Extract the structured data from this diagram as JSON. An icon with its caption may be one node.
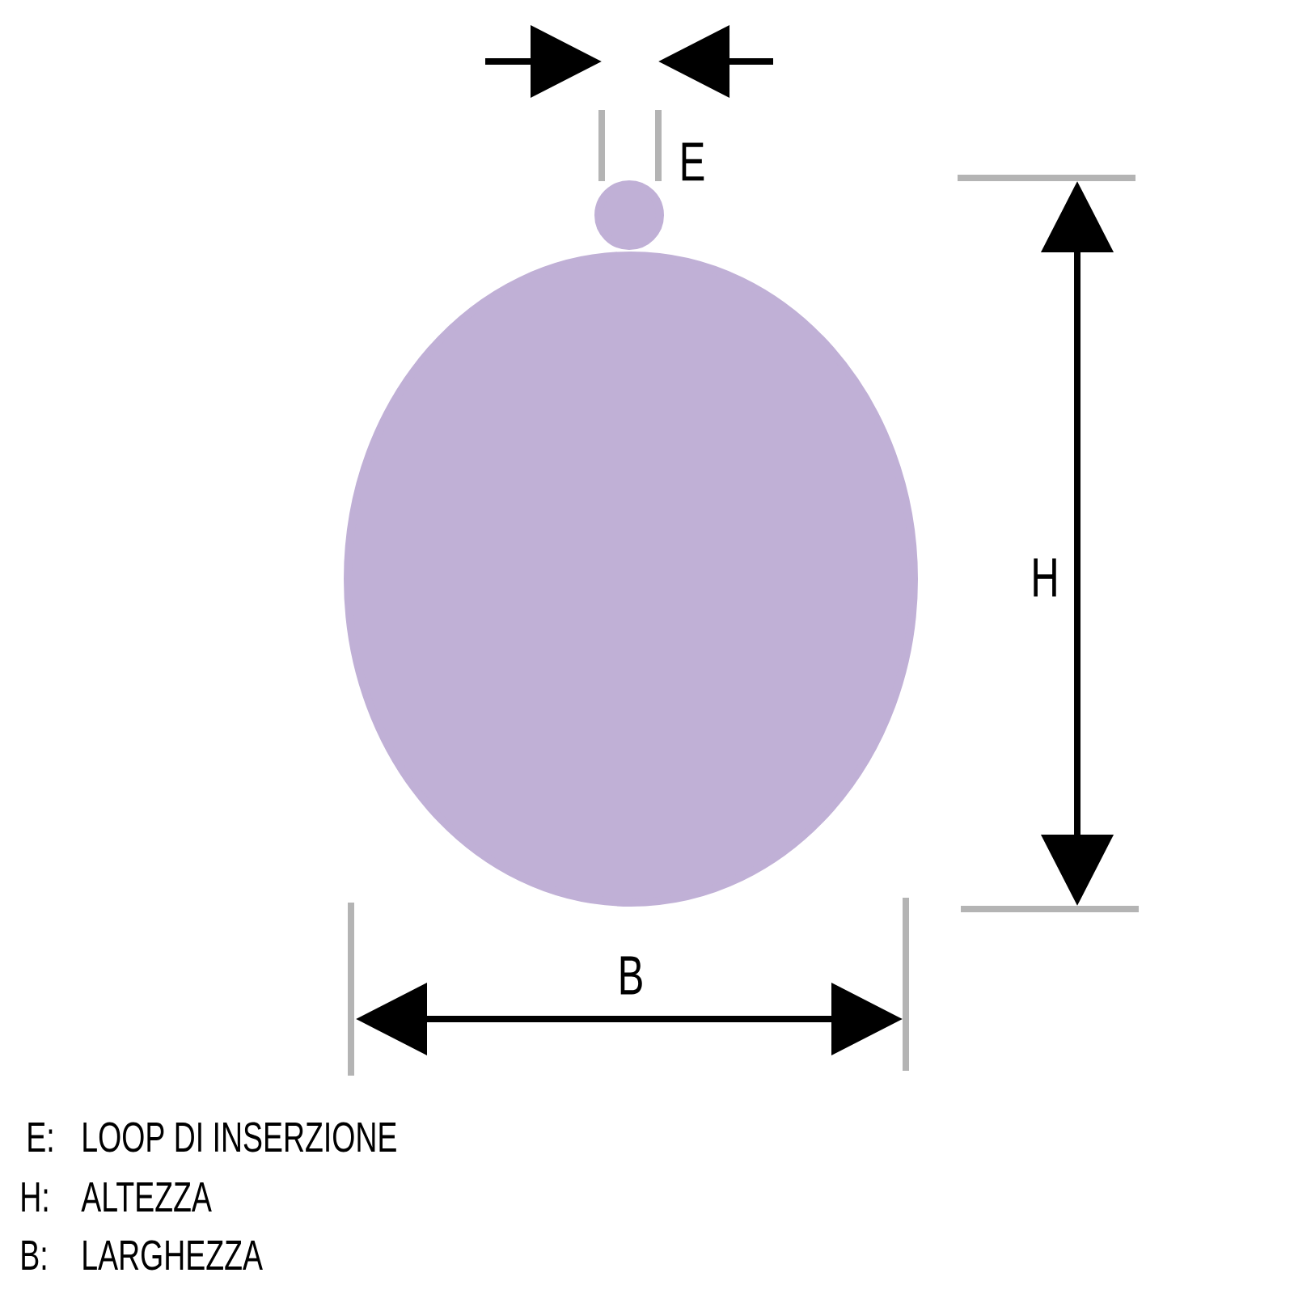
{
  "diagram": {
    "labels": [
      "E",
      "H",
      "B",
      "E:",
      "LOOP DI INSERZIONE",
      "H:",
      "ALTEZZA",
      "B:",
      "LARGHEZZA"
    ]
  }
}
